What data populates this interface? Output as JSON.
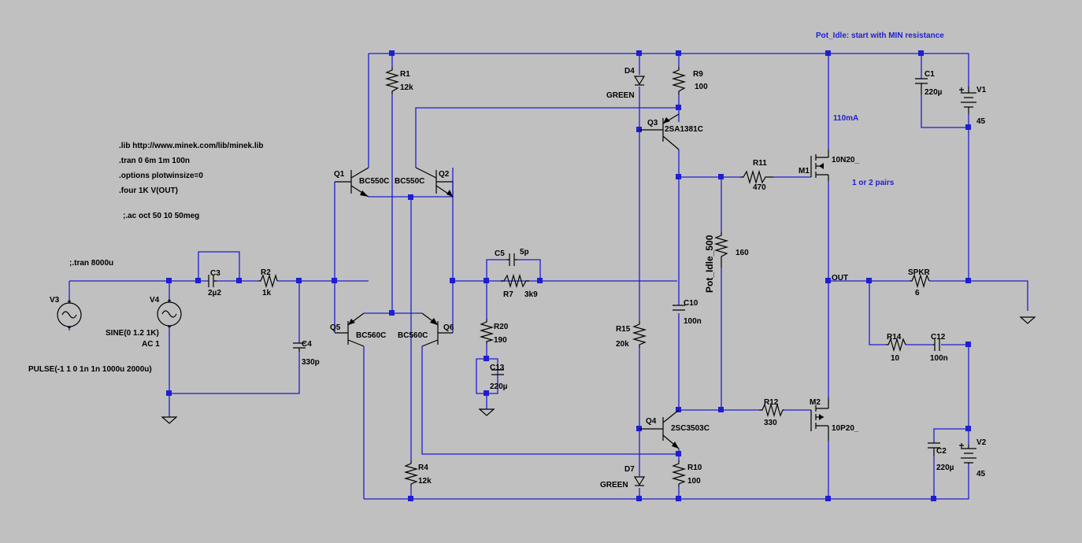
{
  "directives": [
    ".lib http://www.minek.com/lib/minek.lib",
    ".tran 0 6m 1m 100n",
    ".options plotwinsize=0",
    ".four 1K V(OUT)",
    ";.ac oct 50 10 50meg"
  ],
  "comment_tran": ";.tran 8000u",
  "note_pot": "Pot_Idle: start with MIN resistance",
  "note_current": "110mA",
  "note_pairs": "1 or 2 pairs",
  "net_out": "OUT",
  "components": {
    "R1": {
      "name": "R1",
      "value": "12k"
    },
    "R4": {
      "name": "R4",
      "value": "12k"
    },
    "R2": {
      "name": "R2",
      "value": "1k"
    },
    "R7": {
      "name": "R7",
      "value": "3k9"
    },
    "R9": {
      "name": "R9",
      "value": "100"
    },
    "R10": {
      "name": "R10",
      "value": "100"
    },
    "R11": {
      "name": "R11",
      "value": "470"
    },
    "R12": {
      "name": "R12",
      "value": "330"
    },
    "R14": {
      "name": "R14",
      "value": "10"
    },
    "R15": {
      "name": "R15",
      "value": "20k"
    },
    "R20": {
      "name": "R20",
      "value": "190"
    },
    "POT": {
      "name": "Pot_Idle_500",
      "value": "160"
    },
    "C1": {
      "name": "C1",
      "value": "220µ"
    },
    "C2": {
      "name": "C2",
      "value": "220µ"
    },
    "C3": {
      "name": "C3",
      "value": "2µ2"
    },
    "C4": {
      "name": "C4",
      "value": "330p"
    },
    "C5": {
      "name": "C5",
      "value": "5p"
    },
    "C10": {
      "name": "C10",
      "value": "100n"
    },
    "C12": {
      "name": "C12",
      "value": "100n"
    },
    "C13": {
      "name": "C13",
      "value": "220µ"
    },
    "D4": {
      "name": "D4",
      "value": "GREEN"
    },
    "D7": {
      "name": "D7",
      "value": "GREEN"
    },
    "Q1": {
      "name": "Q1",
      "value": "BC550C"
    },
    "Q2": {
      "name": "Q2",
      "value": "BC550C"
    },
    "Q5": {
      "name": "Q5",
      "value": "BC560C"
    },
    "Q6": {
      "name": "Q6",
      "value": "BC560C"
    },
    "Q3": {
      "name": "Q3",
      "value": "2SA1381C"
    },
    "Q4": {
      "name": "Q4",
      "value": "2SC3503C"
    },
    "M1": {
      "name": "M1",
      "value": "10N20_"
    },
    "M2": {
      "name": "M2",
      "value": "10P20_"
    },
    "V1": {
      "name": "V1",
      "value": "45"
    },
    "V2": {
      "name": "V2",
      "value": "45"
    },
    "V3": {
      "name": "V3",
      "value": "PULSE(-1 1 0 1n 1n 1000u 2000u)"
    },
    "V4": {
      "name": "V4",
      "value": "SINE(0 1.2 1K)",
      "value2": "AC 1"
    },
    "SPKR": {
      "name": "SPKR",
      "value": "6"
    }
  },
  "colors": {
    "background": "#c0c0c0",
    "wire": "#1e1ed2",
    "component": "#000000",
    "note": "#1e1ed2"
  }
}
